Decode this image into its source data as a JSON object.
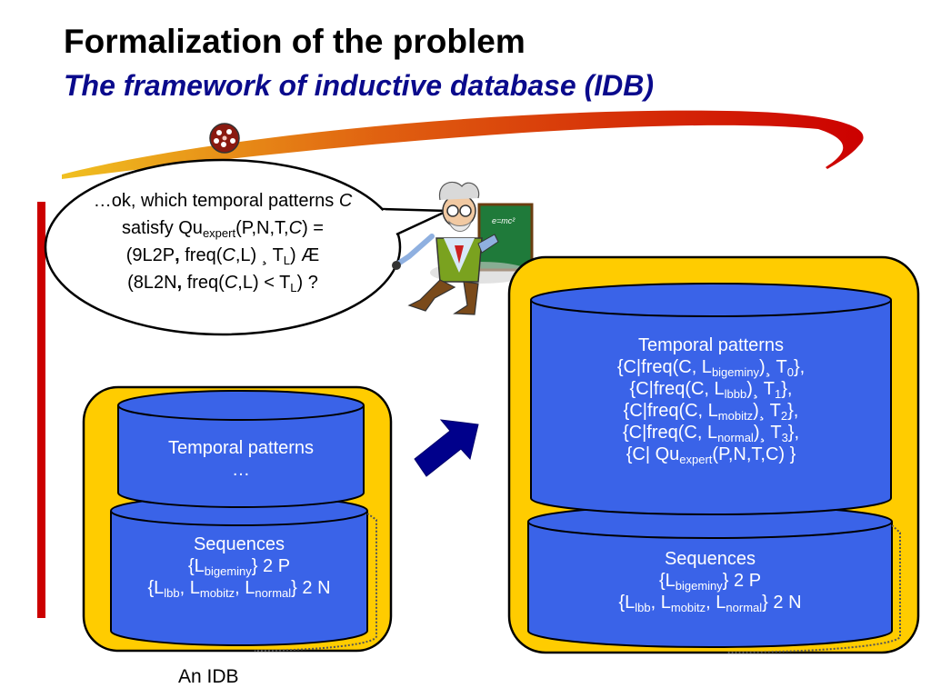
{
  "slide": {
    "title": "Formalization of the problem",
    "subtitle": "The framework of inductive database (IDB)"
  },
  "bubble": {
    "line1_text": "…ok, which temporal patterns",
    "line1_var": "C",
    "line2_pre": "satisfy Qu",
    "line2_sub": "expert",
    "line2_mid": "(P,N,T,",
    "line2_var": "C",
    "line2_post": ") =",
    "line3_pre": "(9L2P",
    "line3_mid": " freq(",
    "line3_var": "C",
    "line3_mid2": ",L) ¸ T",
    "line3_sub": "L",
    "line3_post": ") Æ",
    "line4_pre": "(8L2N",
    "line4_mid": " freq(",
    "line4_var": "C",
    "line4_mid2": ",L) < T",
    "line4_sub": "L",
    "line4_post": ") ?"
  },
  "small_idb": {
    "patterns_title": "Temporal patterns",
    "patterns_ellipsis": "…",
    "sequences_title": "Sequences",
    "seq_line1_pre": "{L",
    "seq_line1_sub": "bigeminy",
    "seq_line1_post": "} 2 P",
    "seq_line2_a": "{L",
    "seq_line2_sub1": "lbb",
    "seq_line2_b": ", L",
    "seq_line2_sub2": "mobitz",
    "seq_line2_c": ", L",
    "seq_line2_sub3": "normal",
    "seq_line2_post": "} 2 N",
    "caption": "An IDB"
  },
  "large_idb": {
    "patterns_title": "Temporal patterns",
    "p1_pre": "{C|freq(C, L",
    "p1_sub": "bigeminy",
    "p1_mid": ")¸ T",
    "p1_sub2": "0",
    "p1_post": "},",
    "p2_pre": "{C|freq(C, L",
    "p2_sub": "lbbb",
    "p2_mid": ")¸ T",
    "p2_sub2": "1",
    "p2_post": "},",
    "p3_pre": "{C|freq(C, L",
    "p3_sub": "mobitz",
    "p3_mid": ")¸ T",
    "p3_sub2": "2",
    "p3_post": "},",
    "p4_pre": "{C|freq(C, L",
    "p4_sub": "normal",
    "p4_mid": ")¸ T",
    "p4_sub2": "3",
    "p4_post": "},",
    "p5_pre": "{C| Qu",
    "p5_sub": "expert",
    "p5_post": "(P,N,T,C) }",
    "sequences_title": "Sequences",
    "seq_line1_pre": "{L",
    "seq_line1_sub": "bigeminy",
    "seq_line1_post": "} 2 P",
    "seq_line2_a": "{L",
    "seq_line2_sub1": "lbb",
    "seq_line2_b": ", L",
    "seq_line2_sub2": "mobitz",
    "seq_line2_c": ", L",
    "seq_line2_sub3": "normal",
    "seq_line2_post": "} 2 N"
  },
  "professor": {
    "board_text": "e=mc²"
  },
  "colors": {
    "cylinder_blue": "#3a63e8",
    "frame_yellow": "#ffcc00",
    "title_blue": "#0a0a8c",
    "accent_red": "#cc0000",
    "arrow_blue": "#00008b"
  }
}
